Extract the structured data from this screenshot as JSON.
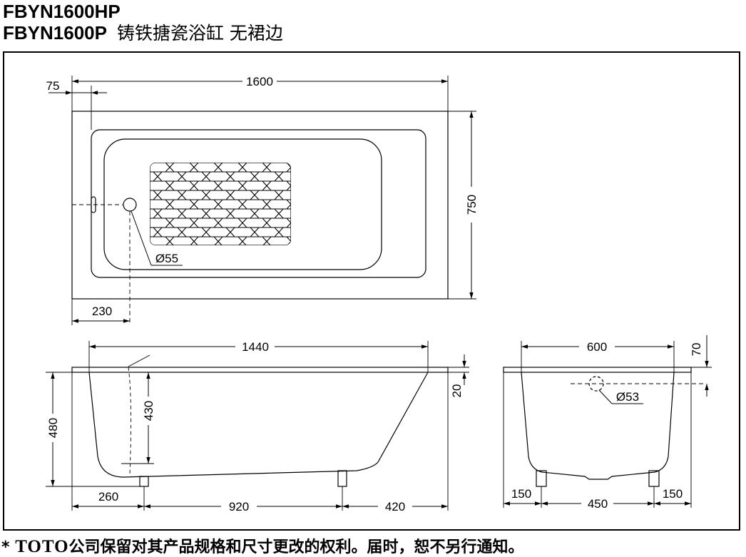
{
  "header": {
    "model_line_1": "FBYN1600HP",
    "model_line_2": "FBYN1600P",
    "product_description": "铸铁搪瓷浴缸  无裙边"
  },
  "plan_view": {
    "overall_length": "1600",
    "overall_width": "750",
    "overflow_offset": "75",
    "drain_offset": "230",
    "drain_diameter": "Ø55"
  },
  "side_view": {
    "inner_length": "1440",
    "overall_height": "480",
    "inner_depth": "430",
    "rim_thickness": "20",
    "feet_offset_left": "260",
    "feet_spacing": "920",
    "feet_offset_right": "420"
  },
  "end_view": {
    "inner_width": "600",
    "overflow_height": "70",
    "overflow_diameter": "Ø53",
    "feet_offset_left": "150",
    "feet_spacing": "450",
    "feet_offset_right": "150"
  },
  "footer": {
    "star": "*",
    "brand": "TOTO",
    "notice": "公司保留对其产品规格和尺寸更改的权利。届时，恕不另行通知。"
  }
}
